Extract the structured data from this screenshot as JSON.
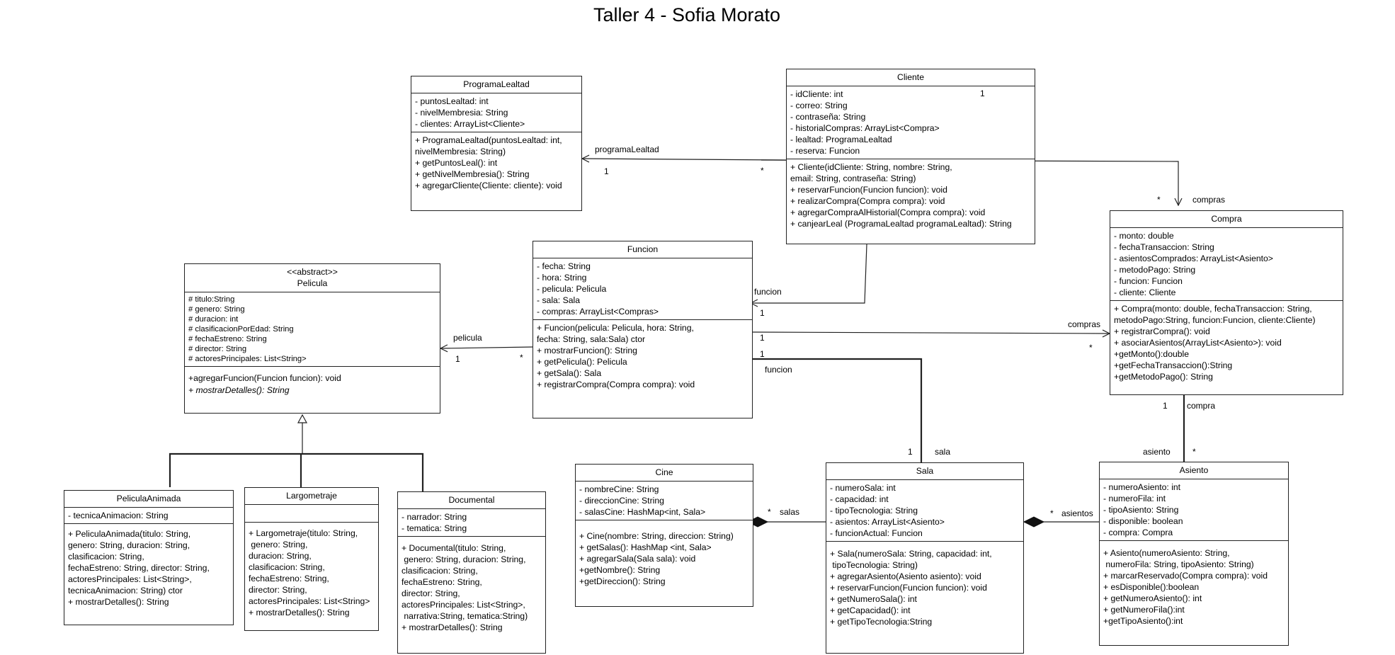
{
  "title": "Taller 4 - Sofia Morato",
  "classes": [
    {
      "id": "programa",
      "name": "ProgramaLealtad",
      "stereotype": "",
      "attributes": [
        "- puntosLealtad: int",
        "- nivelMembresia: String",
        "- clientes: ArrayList<Cliente>"
      ],
      "methods": [
        "+ ProgramaLealtad(puntosLealtad: int,",
        "nivelMembresia: String)",
        "+ getPuntosLeal(): int",
        "+ getNivelMembresia(): String",
        "+ agregarCliente(Cliente: cliente): void"
      ],
      "italic_methods": []
    },
    {
      "id": "cliente",
      "name": "Cliente",
      "stereotype": "",
      "attributes": [
        "- idCliente: int",
        "- correo: String",
        "- contraseña: String",
        "- historialCompras: ArrayList<Compra>",
        "- lealtad: ProgramaLealtad",
        "- reserva: Funcion"
      ],
      "methods": [
        "+ Cliente(idCliente: String, nombre: String,",
        "email: String, contraseña: String)",
        "+ reservarFuncion(Funcion funcion): void",
        "+ realizarCompra(Compra compra): void",
        "+ agregarCompraAlHistorial(Compra compra): void",
        "+ canjearLeal (ProgramaLealtad programaLealtad): String"
      ],
      "italic_methods": []
    },
    {
      "id": "compra",
      "name": "Compra",
      "stereotype": "",
      "attributes": [
        "- monto: double",
        "- fechaTransaccion: String",
        "- asientosComprados: ArrayList<Asiento>",
        "- metodoPago: String",
        "- funcion: Funcion",
        "- cliente: Cliente"
      ],
      "methods": [
        "+ Compra(monto: double, fechaTransaccion: String,",
        "metodoPago:String, funcion:Funcion, cliente:Cliente)",
        "+ registrarCompra(): void",
        "+ asociarAsientos(ArrayList<Asiento>): void",
        "+getMonto():double",
        "+getFechaTransaccion():String",
        "+getMetodoPago(): String"
      ],
      "italic_methods": []
    },
    {
      "id": "funcion",
      "name": "Funcion",
      "stereotype": "",
      "attributes": [
        "- fecha: String",
        "- hora: String",
        "- pelicula: Pelicula",
        "- sala: Sala",
        "- compras: ArrayList<Compras>"
      ],
      "methods": [
        "+ Funcion(pelicula: Pelicula, hora: String,",
        "fecha: String, sala:Sala) ctor",
        "+ mostrarFuncion(): String",
        "+ getPelicula(): Pelicula",
        "+ getSala(): Sala",
        "+ registrarCompra(Compra compra): void"
      ],
      "italic_methods": []
    },
    {
      "id": "pelicula",
      "name": "Pelicula",
      "stereotype": "<<abstract>>",
      "attributes": [
        "# titulo:String",
        "# genero: String",
        "# duracion: int",
        "# clasificacionPorEdad: String",
        "# fechaEstreno: String",
        "# director: String",
        "# actoresPrincipales: List<String>"
      ],
      "methods": [
        "+agregarFuncion(Funcion funcion): void"
      ],
      "italic_methods": [
        "+ mostrarDetalles(): String"
      ]
    },
    {
      "id": "animada",
      "name": "PeliculaAnimada",
      "stereotype": "",
      "attributes": [
        "- tecnicaAnimacion: String"
      ],
      "methods": [
        "+ PeliculaAnimada(titulo: String,",
        "genero: String, duracion: String,",
        "clasificacion: String,",
        "fechaEstreno: String, director: String,",
        "actoresPrincipales: List<String>,",
        "tecnicaAnimacion: String) ctor",
        "+ mostrarDetalles(): String"
      ],
      "italic_methods": []
    },
    {
      "id": "largo",
      "name": "Largometraje",
      "stereotype": "",
      "attributes": [],
      "methods": [
        "+ Largometraje(titulo: String,",
        " genero: String,",
        "duracion: String,",
        "clasificacion: String,",
        "fechaEstreno: String,",
        "director: String,",
        "actoresPrincipales: List<String>",
        "+ mostrarDetalles(): String"
      ],
      "italic_methods": []
    },
    {
      "id": "documental",
      "name": "Documental",
      "stereotype": "",
      "attributes": [
        "- narrador: String",
        "- tematica: String"
      ],
      "methods": [
        "+ Documental(titulo: String,",
        " genero: String, duracion: String,",
        "clasificacion: String,",
        "fechaEstreno: String,",
        "director: String,",
        "actoresPrincipales: List<String>,",
        " narrativa:String, tematica:String)",
        "+ mostrarDetalles(): String"
      ],
      "italic_methods": []
    },
    {
      "id": "cine",
      "name": "Cine",
      "stereotype": "",
      "attributes": [
        "- nombreCine: String",
        "- direccionCine: String",
        "- salasCine: HashMap<int, Sala>"
      ],
      "methods": [
        "+ Cine(nombre: String, direccion: String)",
        "+ getSalas(): HashMap <int, Sala>",
        "+ agregarSala(Sala sala): void",
        "+getNombre(): String",
        "+getDireccion(): String"
      ],
      "italic_methods": []
    },
    {
      "id": "sala",
      "name": "Sala",
      "stereotype": "",
      "attributes": [
        "- numeroSala: int",
        "- capacidad: int",
        "- tipoTecnologia: String",
        "- asientos: ArrayList<Asiento>",
        "- funcionActual: Funcion"
      ],
      "methods": [
        "+ Sala(numeroSala: String, capacidad: int,",
        " tipoTecnologia: String)",
        "+ agregarAsiento(Asiento asiento): void",
        "+ reservarFuncion(Funcion funcion): void",
        "+ getNumeroSala(): int",
        "+ getCapacidad(): int",
        "+ getTipoTecnologia:String"
      ],
      "italic_methods": []
    },
    {
      "id": "asiento",
      "name": "Asiento",
      "stereotype": "",
      "attributes": [
        "- numeroAsiento: int",
        "- numeroFila: int",
        "- tipoAsiento: String",
        "- disponible: boolean",
        "- compra: Compra"
      ],
      "methods": [
        "+ Asiento(numeroAsiento: String,",
        " numeroFila: String, tipoAsiento: String)",
        "+ marcarReservado(Compra compra): void",
        "+ esDisponible():boolean",
        "+ getNumeroAsiento(): int",
        "+ getNumeroFila():int",
        "+getTipoAsiento():int"
      ],
      "italic_methods": []
    }
  ],
  "edge_labels": [
    {
      "id": "programaLealtad",
      "text": "programaLealtad"
    },
    {
      "id": "cliProg1",
      "text": "1"
    },
    {
      "id": "cliProgStar",
      "text": "*"
    },
    {
      "id": "cli1",
      "text": "1"
    },
    {
      "id": "comprasStar",
      "text": "*"
    },
    {
      "id": "comprasTop",
      "text": "compras"
    },
    {
      "id": "funcionRole",
      "text": "funcion"
    },
    {
      "id": "funcion1",
      "text": "1"
    },
    {
      "id": "peliculaRole",
      "text": "pelicula"
    },
    {
      "id": "pel1",
      "text": "1"
    },
    {
      "id": "pelStar",
      "text": "*"
    },
    {
      "id": "fc1",
      "text": "1"
    },
    {
      "id": "comprasMid",
      "text": "compras"
    },
    {
      "id": "compStarMid",
      "text": "*"
    },
    {
      "id": "fs1",
      "text": "1"
    },
    {
      "id": "funcionRole2",
      "text": "funcion"
    },
    {
      "id": "sala1",
      "text": "1"
    },
    {
      "id": "salaRole",
      "text": "sala"
    },
    {
      "id": "compra1",
      "text": "1"
    },
    {
      "id": "compraRole",
      "text": "compra"
    },
    {
      "id": "asientoRole",
      "text": "asiento"
    },
    {
      "id": "asientoStar",
      "text": "*"
    },
    {
      "id": "salasStar",
      "text": "*"
    },
    {
      "id": "salasRole",
      "text": "salas"
    },
    {
      "id": "asientosStar",
      "text": "*"
    },
    {
      "id": "asientosRole",
      "text": "asientos"
    }
  ]
}
